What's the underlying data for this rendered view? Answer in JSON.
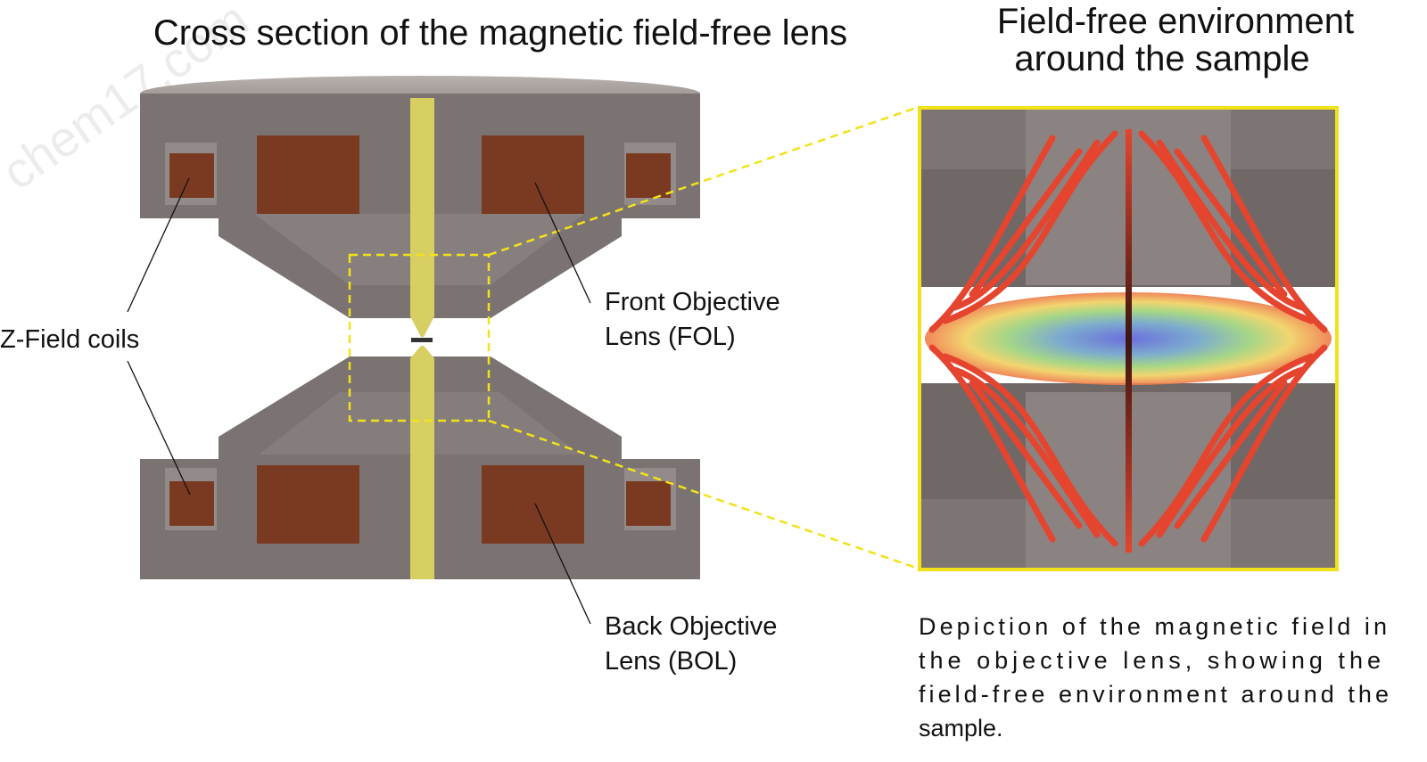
{
  "titles": {
    "left": "Cross section of the magnetic field-free lens",
    "right_line1": "Field-free environment",
    "right_line2": "around the sample"
  },
  "labels": {
    "z_field_coils": "Z-Field coils",
    "fol_line1": "Front Objective",
    "fol_line2": "Lens (FOL)",
    "bol_line1": "Back Objective",
    "bol_line2": "Lens (BOL)"
  },
  "caption": {
    "line1": "Depiction of the magnetic field in",
    "line2": "the objective lens, showing the",
    "line3": "field-free environment around the",
    "line4": "sample."
  },
  "watermark": "chem17.com",
  "colors": {
    "pole_piece": "#7b7371",
    "coil": "#7a3a22",
    "beam": "#d8cf62",
    "highlight": "#f2e21a",
    "field_lines": "#e5452e"
  }
}
